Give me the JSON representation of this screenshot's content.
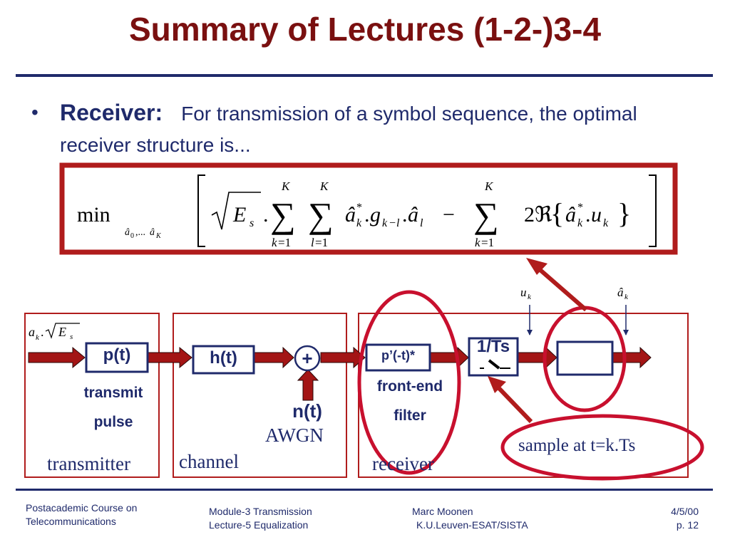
{
  "slide": {
    "title": "Summary of Lectures (1-2-)3-4",
    "bullet": {
      "marker": "•",
      "heading": "Receiver:",
      "text": "For transmission of a symbol sequence, the optimal receiver structure is..."
    }
  },
  "diagram": {
    "blocks": {
      "transmit_pulse": "p(t)",
      "channel": "h(t)",
      "adder": "+",
      "front_end_filter": "p’(-t)*",
      "sampler": "1/Ts",
      "noise_source": "n(t)"
    },
    "labels": {
      "transmit_line1": "transmit",
      "transmit_line2": "pulse",
      "transmitter": "transmitter",
      "channel": "channel",
      "receiver": "receiver",
      "awgn": "AWGN",
      "frontend_line1": "front-end",
      "frontend_line2": "filter",
      "sample_note": "sample at t=k.Ts"
    },
    "colors": {
      "title_red": "#7a1010",
      "navy": "#1f2a6b",
      "box_red": "#b01c1c",
      "arrow_red": "#a31515",
      "highlight_red": "#c8102e"
    }
  },
  "footer": {
    "left_line1": "Postacademic Course on",
    "left_line2": "Telecommunications",
    "mid_line1": "Module-3  Transmission",
    "mid_line2": "Lecture-5  Equalization",
    "author_line1": "Marc Moonen",
    "author_line2": "K.U.Leuven-ESAT/SISTA",
    "date": "4/5/00",
    "page": "p. 12"
  }
}
